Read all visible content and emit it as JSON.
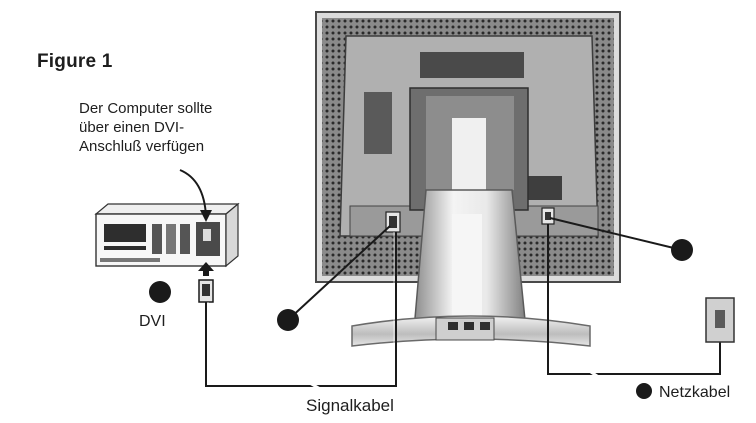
{
  "figure": {
    "title": "Figure 1"
  },
  "annotation": {
    "lines": [
      "Der Computer sollte",
      "über einen DVI-",
      "Anschluß verfügen"
    ]
  },
  "labels": {
    "dvi": "DVI",
    "signal_cable": "Signalkabel",
    "power_cable": "Netzkabel"
  },
  "colors": {
    "ink": "#1e1e1e",
    "monitor_frame": "#d9d9d9",
    "monitor_back": "#b3b3b3",
    "dark_panel": "#3a3a3a"
  }
}
